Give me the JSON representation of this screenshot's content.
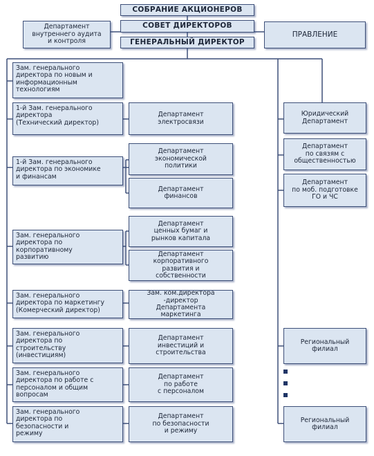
{
  "top": {
    "shareholders": "СОБРАНИЕ АКЦИОНЕРОВ",
    "board": "СОВЕТ ДИРЕКТОРОВ",
    "ceo": "ГЕНЕРАЛЬНЫЙ ДИРЕКТОР",
    "audit": "Департамент\nвнутреннего аудита\nи контроля",
    "management": "ПРАВЛЕНИЕ"
  },
  "deputies": [
    "Зам. генерального\nдиректора по новым и\nинформационным\nтехнологиям",
    "1-й Зам. генерального\nдиректора\n(Технический директор)",
    "1-й Зам. генерального\nдиректора по экономике\nи финансам",
    "Зам. генерального\nдиректора по\nкорпоративному\nразвитию",
    "Зам. генерального\nдиректора по маркетингу\n(Комерческий директор)",
    "Зам. генерального\nдиректора по\nстроительству\n(инвестициям)",
    "Зам. генерального\nдиректора по работе с\nперсоналом и общим\nвопросам",
    "Зам. генерального\nдиректора по\nбезопасности и\nрежиму"
  ],
  "departments": [
    "Департамент\nэлектросвязи",
    "Департамент\nэкономической\nполитики",
    "Департамент\nфинансов",
    "Департамент\nценных бумаг и\nрынков капитала",
    "Департамент\nкорпоративного\nразвития и\nсобственности",
    "Зам. ком.директора\n-директор\nДепартамента\nмаркетинга",
    "Департамент\nинвестиций и\nстроительства",
    "Департамент\nпо работе\nс персоналом",
    "Департамент\nпо безопасности\nи режиму"
  ],
  "right": [
    "Юридический\nДепартамент",
    "Департамент\nпо связям с\nобщественностью",
    "Департамент\nпо моб. подготовке\nГО и ЧС",
    "Региональный\nфилиал",
    "Региональный\nфилиал"
  ]
}
